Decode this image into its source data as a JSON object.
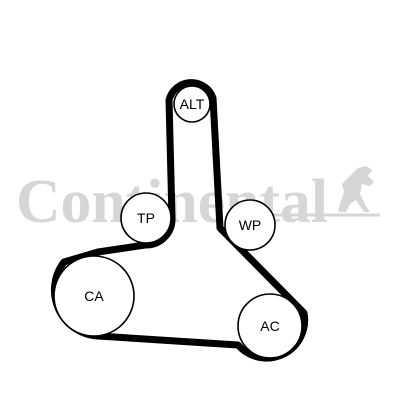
{
  "watermark": {
    "brand": "Continental",
    "logo": "horse-icon",
    "color": "#d6d6d6"
  },
  "belt_color": "#000000",
  "pulleys": {
    "alt": "ALT",
    "tp": "TP",
    "wp": "WP",
    "ca": "CA",
    "ac": "AC"
  }
}
